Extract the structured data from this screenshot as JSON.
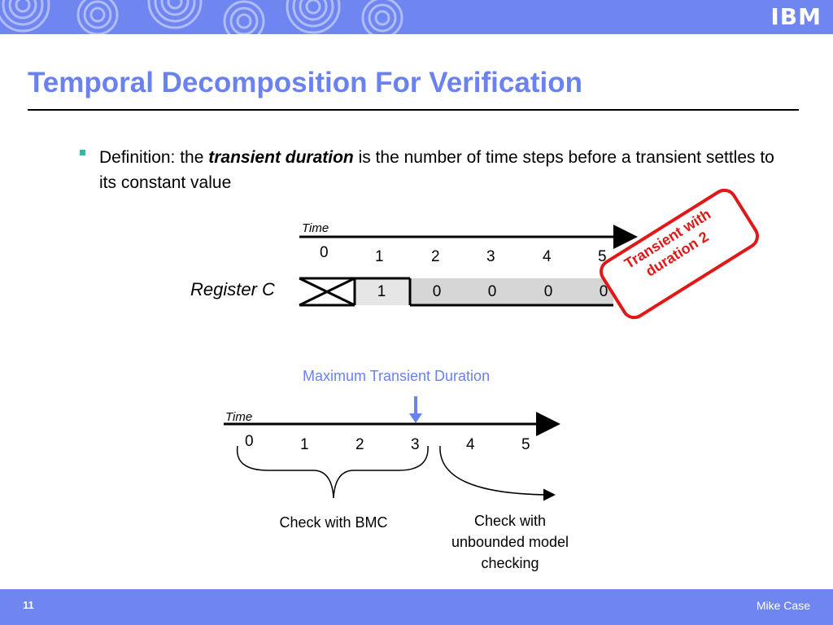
{
  "header": {
    "logo_text": "IBM"
  },
  "slide": {
    "title": "Temporal Decomposition For Verification",
    "bullet": {
      "prefix": "Definition:  the ",
      "emphasis": "transient duration",
      "suffix": " is the number of time steps before a transient settles to its constant value"
    }
  },
  "diagram_top": {
    "time_label": "Time",
    "time_steps": [
      "0",
      "1",
      "2",
      "3",
      "4",
      "5"
    ],
    "register_label": "Register C",
    "register_values": [
      "1",
      "0",
      "0",
      "0",
      "0"
    ],
    "callout": "Transient with duration 2"
  },
  "diagram_bottom": {
    "marker_label": "Maximum Transient Duration",
    "time_label": "Time",
    "time_steps": [
      "0",
      "1",
      "2",
      "3",
      "4",
      "5"
    ],
    "bmc_label": "Check with BMC",
    "unbounded_label": "Check with unbounded model checking"
  },
  "footer": {
    "page_number": "11",
    "author": "Mike Case"
  },
  "colors": {
    "banner": "#6f86f0",
    "title": "#6a82f0",
    "callout": "#e01818",
    "bullet": "#3bb3a6"
  }
}
